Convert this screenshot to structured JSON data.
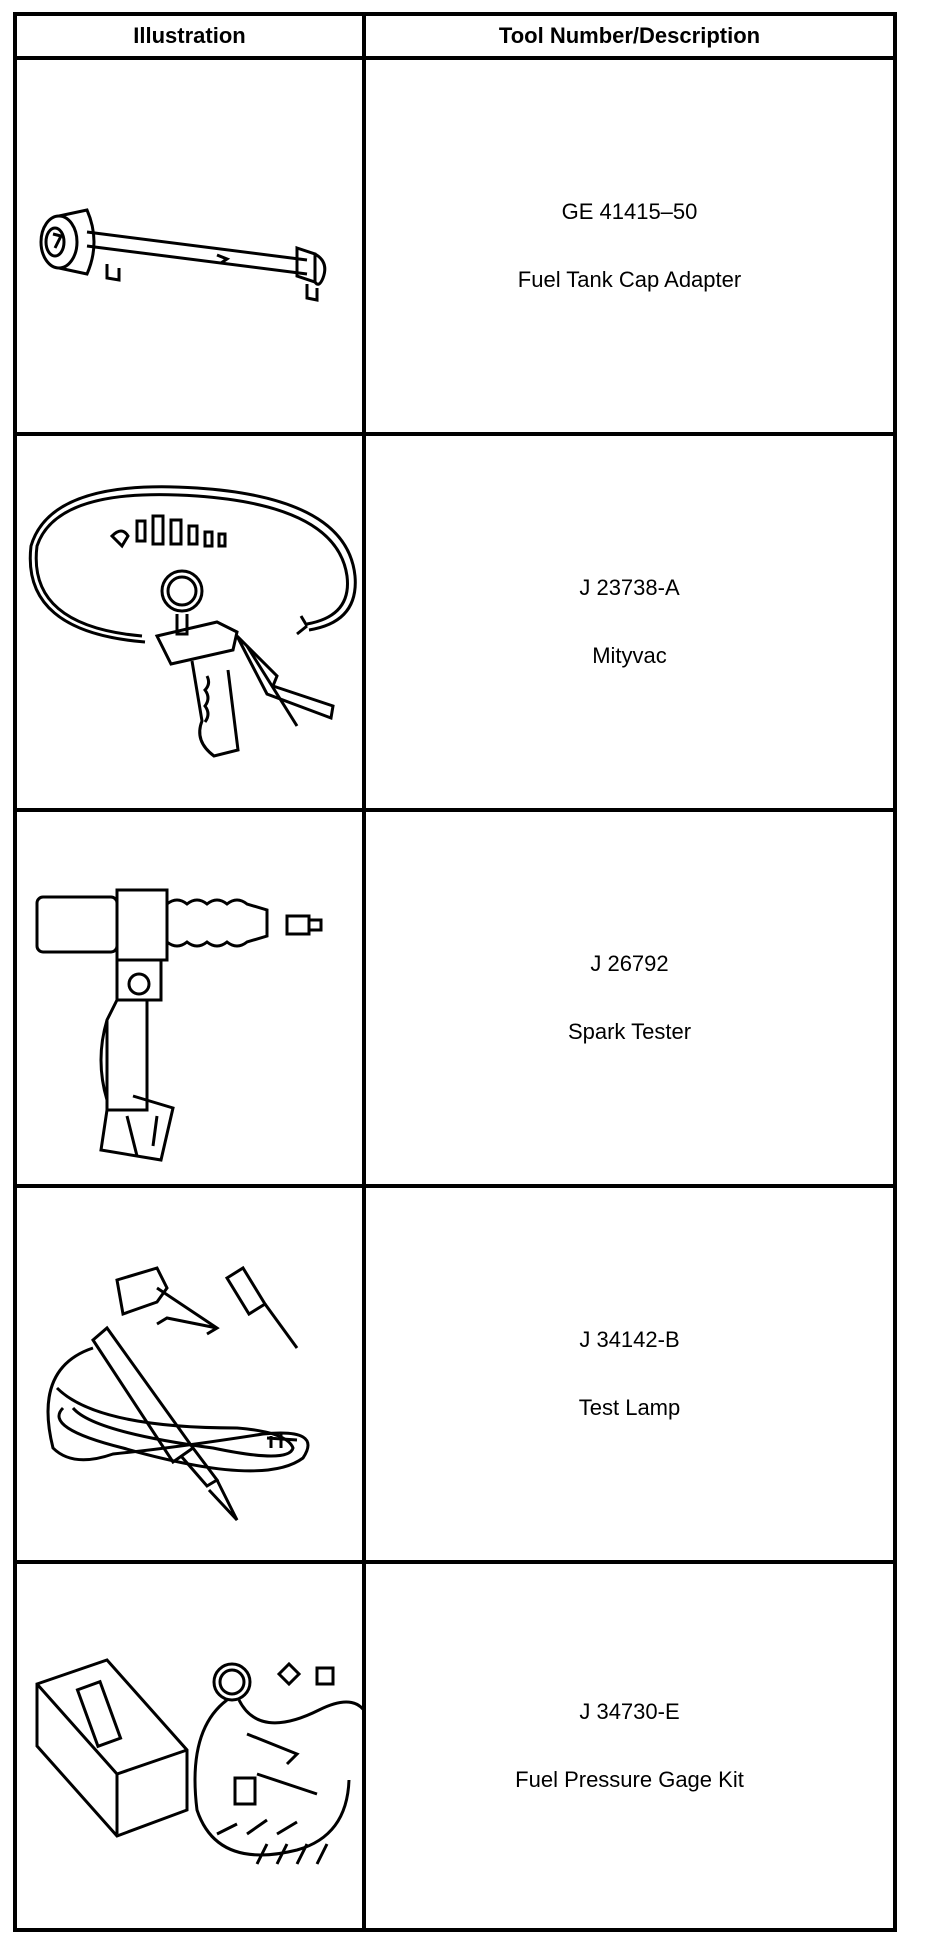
{
  "header": {
    "illustration": "Illustration",
    "description": "Tool Number/Description"
  },
  "tools": [
    {
      "number": "GE 41415–50",
      "name": "Fuel Tank Cap Adapter",
      "icon": "fuel-tank-cap-adapter-icon"
    },
    {
      "number": "J 23738-A",
      "name": "Mityvac",
      "icon": "mityvac-vacuum-pump-icon"
    },
    {
      "number": "J 26792",
      "name": "Spark Tester",
      "icon": "spark-tester-icon"
    },
    {
      "number": "J 34142-B",
      "name": "Test Lamp",
      "icon": "test-lamp-icon"
    },
    {
      "number": "J 34730-E",
      "name": "Fuel Pressure Gage Kit",
      "icon": "fuel-pressure-gage-kit-icon"
    }
  ]
}
